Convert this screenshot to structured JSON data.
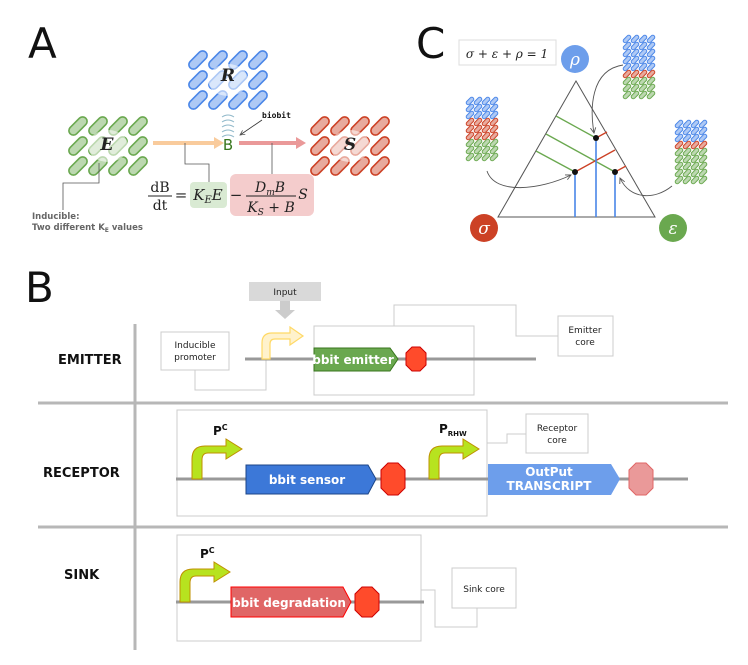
{
  "panels": {
    "A": {
      "letter": "A",
      "populations": {
        "emitter": {
          "symbol": "E",
          "color": "#6aa84f"
        },
        "receptor": {
          "symbol": "R",
          "color": "#4a86e8"
        },
        "sink": {
          "symbol": "S",
          "color": "#cc4125"
        }
      },
      "biobit_symbol": "B",
      "biobit_label": "biobit",
      "equation": {
        "lhs_num": "dB",
        "lhs_den": "dt",
        "equals": "=",
        "term1": "K_E E",
        "minus": "−",
        "term2_num": "D_m B",
        "term2_den": "K_S + B",
        "term2_tail": "S",
        "term1_highlight": "#d9ead3",
        "term2_highlight": "#f4cccc"
      },
      "note_line1": "Inducible:",
      "note_line2": "Two different K",
      "note_line2_sub": "E",
      "note_line2_tail": " values"
    },
    "C": {
      "letter": "C",
      "constraint": "σ + ε + ρ = 1",
      "vertices": {
        "top": {
          "symbol": "ρ",
          "color": "#6d9eeb"
        },
        "left": {
          "symbol": "σ",
          "color": "#cc4125"
        },
        "right": {
          "symbol": "ε",
          "color": "#6aa84f"
        }
      },
      "stacks": [
        {
          "name": "left-stack",
          "rows": [
            "blue",
            "blue",
            "blue",
            "red",
            "red",
            "red",
            "green",
            "green",
            "green"
          ]
        },
        {
          "name": "top-stack",
          "rows": [
            "blue",
            "blue",
            "blue",
            "blue",
            "blue",
            "red",
            "green",
            "green",
            "green"
          ]
        },
        {
          "name": "right-stack",
          "rows": [
            "blue",
            "blue",
            "blue",
            "red",
            "green",
            "green",
            "green",
            "green",
            "green"
          ]
        }
      ]
    },
    "B": {
      "letter": "B",
      "rows": [
        {
          "label": "EMITTER"
        },
        {
          "label": "RECEPTOR"
        },
        {
          "label": "SINK"
        }
      ],
      "emitter": {
        "input_label": "Input",
        "promoter_label_line1": "Inducible",
        "promoter_label_line2": "promoter",
        "gene_label": "bbit emitter",
        "core_label_line1": "Emitter",
        "core_label_line2": "core"
      },
      "receptor": {
        "promoter1_label": "P",
        "promoter1_sup": "C",
        "gene_label": "bbit sensor",
        "promoter2_label": "P",
        "promoter2_sub": "RHW",
        "output_line1": "OutPut",
        "output_line2": "TRANSCRIPT",
        "core_label_line1": "Receptor",
        "core_label_line2": "core"
      },
      "sink": {
        "promoter_label": "P",
        "promoter_sup": "C",
        "gene_label": "bbit degradation",
        "core_label": "Sink core"
      }
    }
  },
  "colors": {
    "green": "#6aa84f",
    "blue": "#3c78d8",
    "lightblue": "#6d9eeb",
    "red": "#cc4125",
    "terminator": "#ff4b2b",
    "terminator_faded": "#ea9999",
    "promoter_lime": "#b7e31f",
    "promoter_outline": "#bf9000",
    "gene_emitter": "#6aa84f",
    "gene_sensor": "#3c78d8",
    "gene_output": "#6d9eeb",
    "gene_degradation": "#e06666"
  }
}
